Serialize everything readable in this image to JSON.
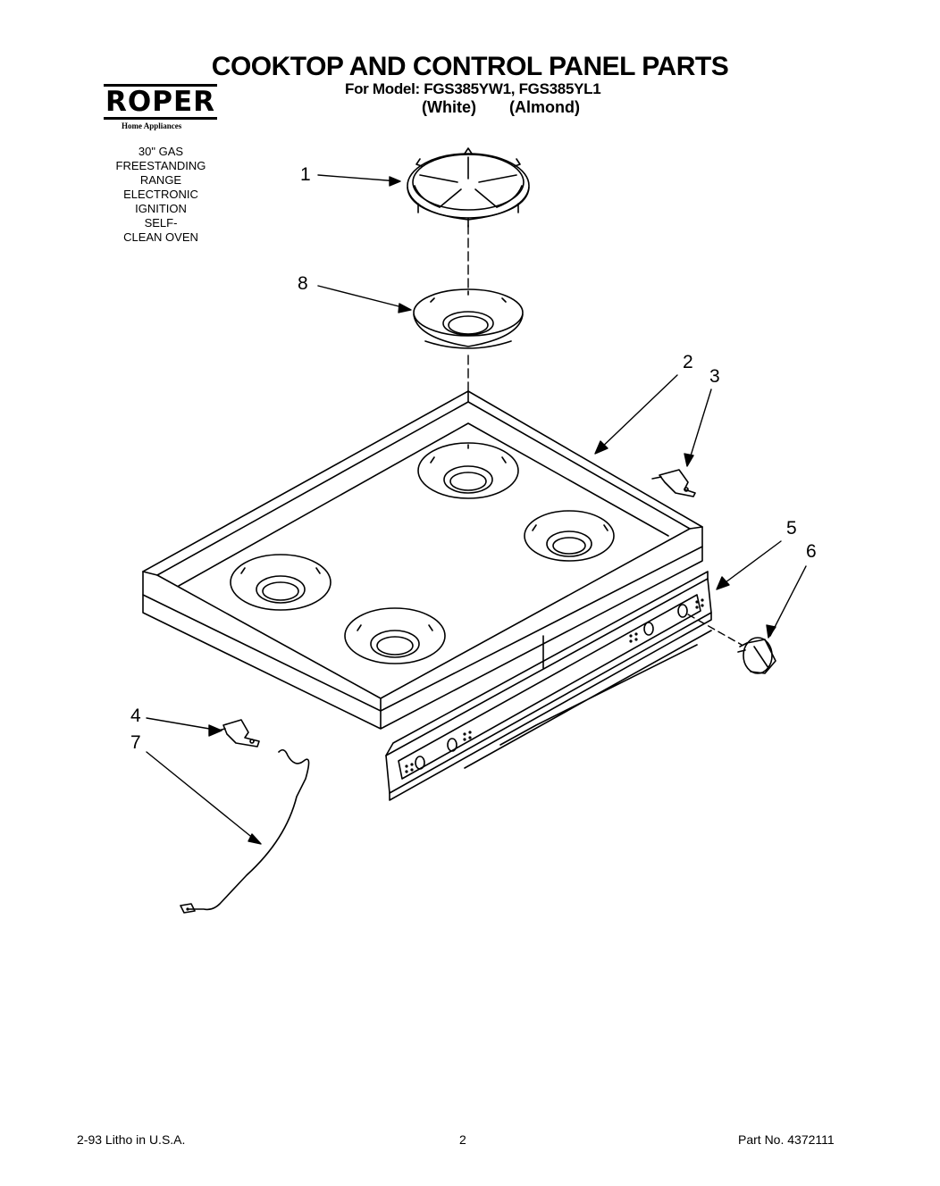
{
  "header": {
    "title": "COOKTOP AND CONTROL PANEL PARTS",
    "model_line": "For Model: FGS385YW1, FGS385YL1",
    "color_white": "(White)",
    "color_almond": "(Almond)"
  },
  "logo": {
    "brand": "ROPER",
    "tagline": "Home Appliances"
  },
  "spec": {
    "lines": [
      "30\" GAS",
      "FREESTANDING",
      "RANGE",
      "ELECTRONIC",
      "IGNITION",
      "SELF-",
      "CLEAN OVEN"
    ]
  },
  "callouts": {
    "c1": "1",
    "c2": "2",
    "c3": "3",
    "c4": "4",
    "c5": "5",
    "c6": "6",
    "c7": "7",
    "c8": "8"
  },
  "footer": {
    "date_litho": "2-93  Litho in U.S.A.",
    "page_number": "2",
    "part_number": "Part No. 4372111"
  }
}
